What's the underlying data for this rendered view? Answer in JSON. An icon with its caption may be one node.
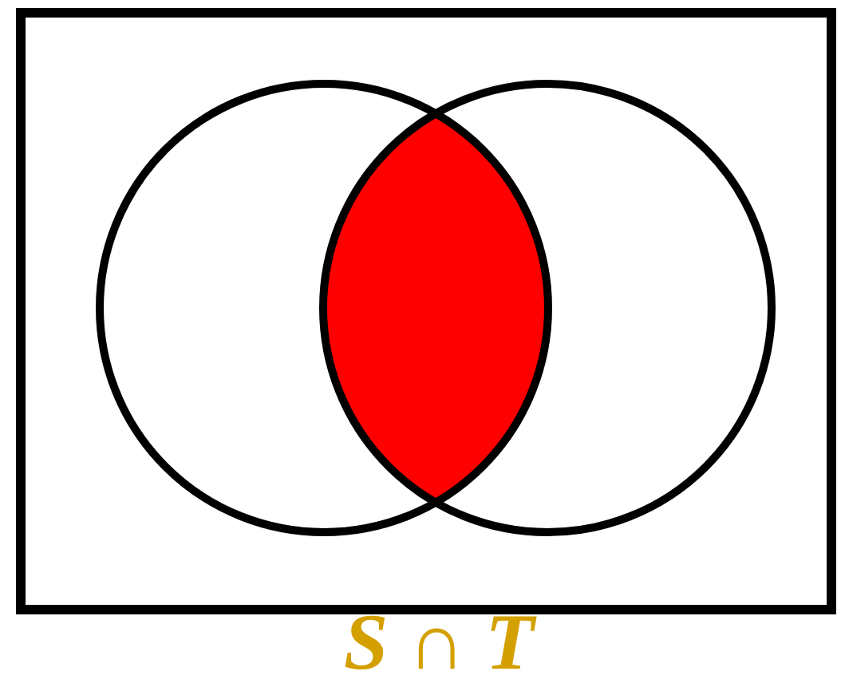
{
  "diagram": {
    "caption": "*S* ∩ *T*",
    "nodes": [
      {
        "text": [],
        "shape": "box"
      },
      {
        "text": [],
        "shape": "circle",
        "in": 0
      },
      {
        "text": [],
        "shape": "circle",
        "in": 0
      },
      {
        "text": [],
        "shape": "lens"
      }
    ]
  }
}
